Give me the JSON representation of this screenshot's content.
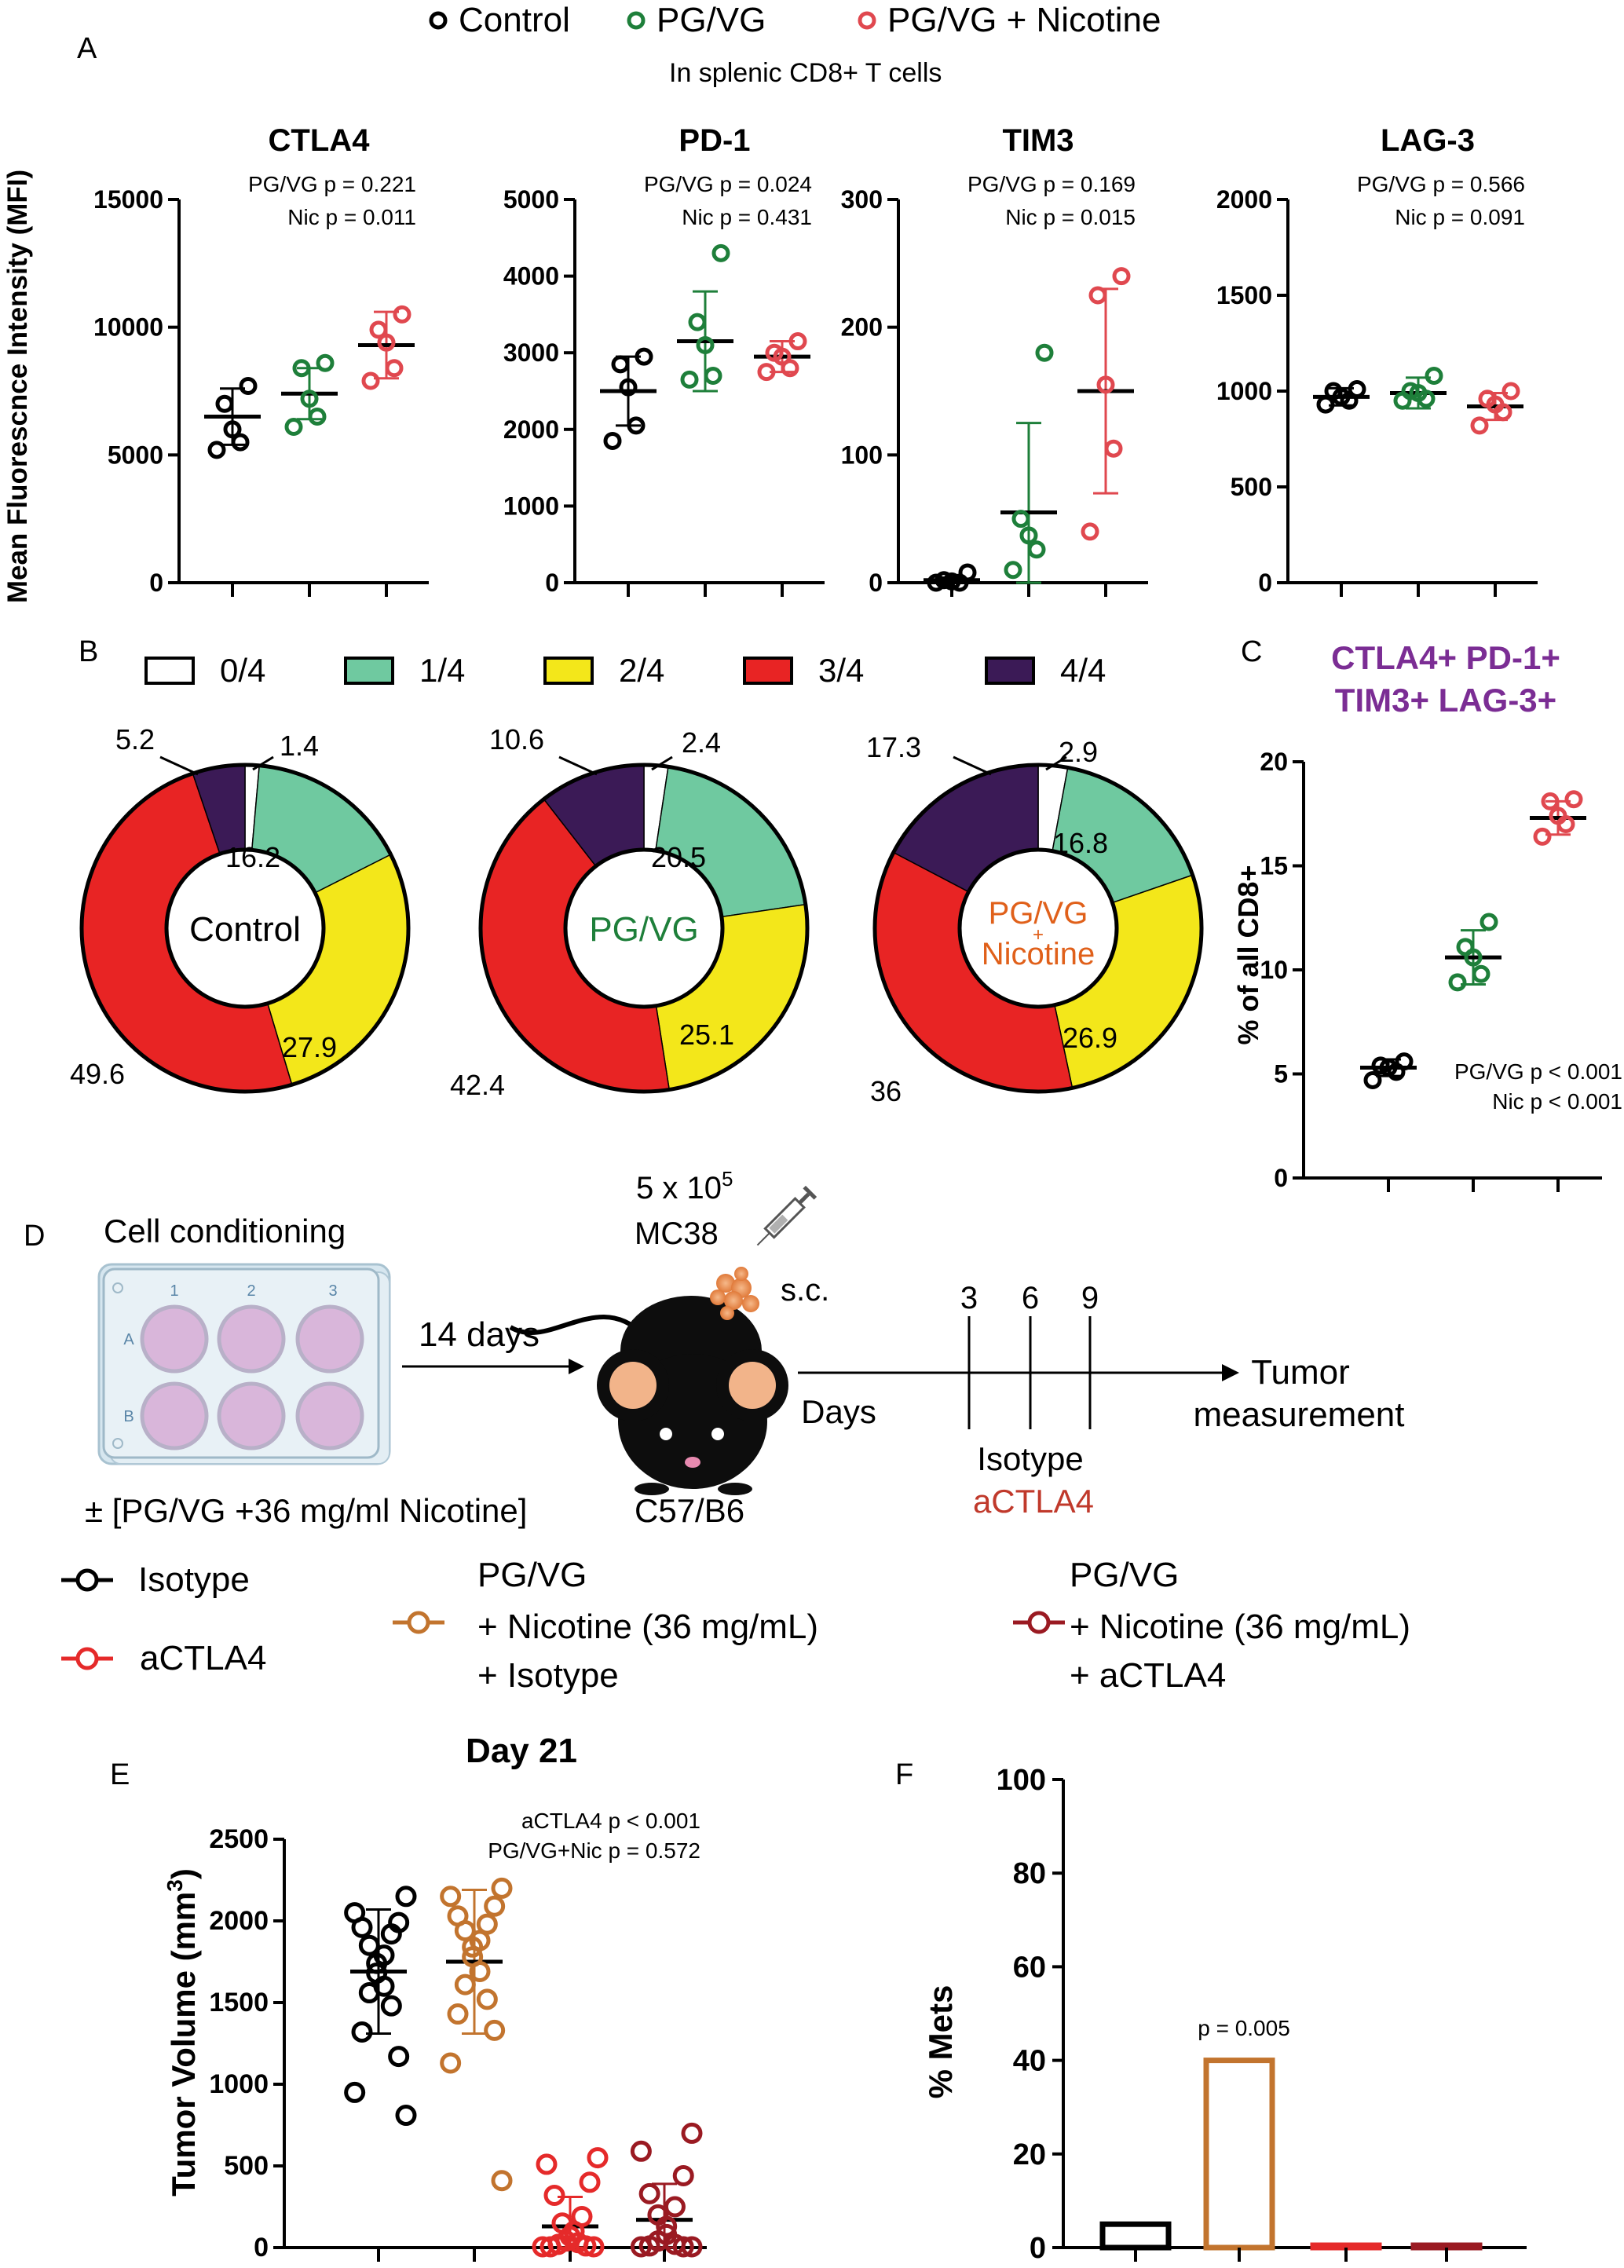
{
  "legend_top": [
    "Control",
    "PG/VG",
    "PG/VG + Nicotine"
  ],
  "subtitle": "In splenic CD8+ T cells",
  "panel_letters": [
    "A",
    "B",
    "C",
    "D",
    "E",
    "F"
  ],
  "colors": {
    "control": "#000000",
    "pgvg": "#1e7f3a",
    "nic": "#e0484f",
    "isotype": "#000000",
    "actla4": "#e52a2a",
    "pgvg_nic_isotype": "#c2742e",
    "pgvg_nic_actla4": "#9a1a22",
    "bucket_0": "#ffffff",
    "bucket_1": "#6fc9a0",
    "bucket_2": "#f3e71a",
    "bucket_3": "#e82424",
    "bucket_4": "#3b1a56",
    "orange_text": "#e0601a",
    "purple_text": "#7b2d94"
  },
  "panel_a": {
    "ylabel": "Mean Fluorescnce Intensity (MFI)",
    "plots": [
      {
        "title": "CTLA4",
        "stat1": "PG/VG p = 0.221",
        "stat2": "Nic p = 0.011",
        "ymax": 15000,
        "ticks": [
          "0",
          "5000",
          "10000",
          "15000"
        ],
        "groups": [
          {
            "mean": 6500,
            "sd": 1100,
            "points": [
              7700,
              7000,
              6000,
              5500,
              5200
            ]
          },
          {
            "mean": 7400,
            "sd": 1000,
            "points": [
              8600,
              8400,
              7200,
              6500,
              6100
            ]
          },
          {
            "mean": 9300,
            "sd": 1300,
            "points": [
              10500,
              9900,
              9400,
              8400,
              7900
            ]
          }
        ]
      },
      {
        "title": "PD-1",
        "stat1": "PG/VG p = 0.024",
        "stat2": "Nic p = 0.431",
        "ymax": 5000,
        "ticks": [
          "0",
          "1000",
          "2000",
          "3000",
          "4000",
          "5000"
        ],
        "groups": [
          {
            "mean": 2500,
            "sd": 450,
            "points": [
              2950,
              2850,
              2550,
              2050,
              1850
            ]
          },
          {
            "mean": 3150,
            "sd": 650,
            "points": [
              4300,
              3400,
              3100,
              2700,
              2650
            ]
          },
          {
            "mean": 2950,
            "sd": 200,
            "points": [
              3150,
              3000,
              2950,
              2800,
              2750
            ]
          }
        ]
      },
      {
        "title": "TIM3",
        "stat1": "PG/VG p = 0.169",
        "stat2": "Nic p = 0.015",
        "ymax": 300,
        "ticks": [
          "0",
          "100",
          "200",
          "300"
        ],
        "groups": [
          {
            "mean": 2,
            "sd": 2,
            "points": [
              8,
              2,
              1,
              0,
              0
            ]
          },
          {
            "mean": 55,
            "sd": 70,
            "points": [
              180,
              50,
              37,
              26,
              10
            ]
          },
          {
            "mean": 150,
            "sd": 80,
            "points": [
              240,
              225,
              155,
              105,
              40
            ]
          }
        ]
      },
      {
        "title": "LAG-3",
        "stat1": "PG/VG p = 0.566",
        "stat2": "Nic p = 0.091",
        "ymax": 2000,
        "ticks": [
          "0",
          "500",
          "1000",
          "1500",
          "2000"
        ],
        "groups": [
          {
            "mean": 970,
            "sd": 45,
            "points": [
              1010,
              1000,
              970,
              950,
              930
            ]
          },
          {
            "mean": 990,
            "sd": 80,
            "points": [
              1080,
              1000,
              990,
              960,
              950
            ]
          },
          {
            "mean": 920,
            "sd": 70,
            "points": [
              1000,
              960,
              930,
              890,
              820
            ]
          }
        ]
      }
    ]
  },
  "panel_b": {
    "legend": [
      "0/4",
      "1/4",
      "2/4",
      "3/4",
      "4/4"
    ],
    "donuts": [
      {
        "center": [
          "Control"
        ],
        "center_color": "black",
        "values": [
          1.4,
          16.2,
          27.9,
          49.6,
          5.2
        ],
        "labels": [
          "1.4",
          "16.2",
          "27.9",
          "49.6",
          "5.2"
        ]
      },
      {
        "center": [
          "PG/VG"
        ],
        "center_color": "green",
        "values": [
          2.4,
          20.5,
          25.1,
          42.4,
          10.6
        ],
        "labels": [
          "2.4",
          "20.5",
          "25.1",
          "42.4",
          "10.6"
        ]
      },
      {
        "center": [
          "PG/VG",
          "+",
          "Nicotine"
        ],
        "center_color": "orange",
        "values": [
          2.9,
          16.8,
          26.9,
          36,
          17.3
        ],
        "labels": [
          "2.9",
          "16.8",
          "26.9",
          "36",
          "17.3"
        ]
      }
    ]
  },
  "panel_c": {
    "title_line1": "CTLA4+ PD-1+",
    "title_line2": "TIM3+ LAG-3+",
    "ylabel": "% of all CD8+",
    "ticks": [
      "0",
      "5",
      "10",
      "15",
      "20"
    ],
    "stat1": "PG/VG p < 0.001",
    "stat2": "Nic p < 0.001",
    "groups": [
      {
        "mean": 5.3,
        "sd": 0.4,
        "points": [
          5.6,
          5.4,
          5.3,
          5.1,
          4.7
        ]
      },
      {
        "mean": 10.6,
        "sd": 1.3,
        "points": [
          12.3,
          11.1,
          10.6,
          9.8,
          9.4
        ]
      },
      {
        "mean": 17.3,
        "sd": 0.8,
        "points": [
          18.2,
          18.1,
          17.4,
          17.0,
          16.4
        ]
      }
    ]
  },
  "panel_d": {
    "cell_conditioning": "Cell conditioning",
    "plate_cols": [
      "1",
      "2",
      "3"
    ],
    "plate_rows": [
      "A",
      "B"
    ],
    "days14": "14 days",
    "treatment": "± [PG/VG +36 mg/ml Nicotine]",
    "injection_line1": "5 x 10",
    "injection_exp": "5",
    "injection_line2": "MC38",
    "route": "s.c.",
    "strain": "C57/B6",
    "days_label": "Days",
    "day_marks": [
      "3",
      "6",
      "9"
    ],
    "isotype": "Isotype",
    "actla4": "aCTLA4",
    "endpoint_line1": "Tumor",
    "endpoint_line2": "measurement"
  },
  "legend_bottom": {
    "isotype": "Isotype",
    "actla4": "aCTLA4",
    "group3": [
      "PG/VG",
      "+ Nicotine (36 mg/mL)",
      "+ Isotype"
    ],
    "group4": [
      "PG/VG",
      "+ Nicotine (36 mg/mL)",
      "+ aCTLA4"
    ]
  },
  "chart_data": [
    {
      "type": "scatter",
      "panel": "E",
      "title": "Day 21",
      "ylabel": "Tumor Volume (mm3)",
      "ylim": [
        0,
        2500
      ],
      "ticks": [
        "0",
        "500",
        "1000",
        "1500",
        "2000",
        "2500"
      ],
      "stat1": "aCTLA4 p < 0.001",
      "stat2": "PG/VG+Nic p = 0.572",
      "groups": [
        {
          "mean": 1690,
          "sd": 380,
          "points": [
            2150,
            2050,
            1990,
            1960,
            1920,
            1850,
            1790,
            1740,
            1680,
            1600,
            1560,
            1480,
            1320,
            1170,
            950,
            810
          ]
        },
        {
          "mean": 1750,
          "sd": 440,
          "points": [
            2200,
            2150,
            2090,
            2030,
            1980,
            1940,
            1880,
            1840,
            1780,
            1690,
            1610,
            1520,
            1430,
            1330,
            1130,
            410
          ]
        },
        {
          "mean": 130,
          "sd": 180,
          "points": [
            550,
            510,
            400,
            320,
            190,
            150,
            100,
            70,
            40,
            30,
            20,
            10,
            5,
            5,
            5
          ]
        },
        {
          "mean": 170,
          "sd": 220,
          "points": [
            700,
            590,
            440,
            330,
            250,
            200,
            130,
            80,
            40,
            20,
            10,
            5,
            5,
            5
          ]
        }
      ]
    },
    {
      "type": "bar",
      "panel": "F",
      "ylabel": "% Mets",
      "ylim": [
        0,
        100
      ],
      "ticks": [
        "0",
        "20",
        "40",
        "60",
        "80",
        "100"
      ],
      "values": [
        5,
        40,
        0.5,
        0.5
      ],
      "annotation": "p = 0.005"
    }
  ]
}
